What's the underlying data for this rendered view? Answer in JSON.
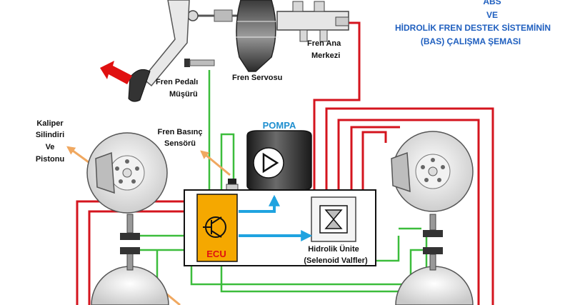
{
  "title": {
    "line1": "ABS",
    "line2": "VE",
    "line3": "HİDROLİK FREN DESTEK SİSTEMİNİN",
    "line4": "(BAS) ÇALIŞMA ŞEMASI"
  },
  "labels": {
    "fren_ana_merkezi_1": "Fren Ana",
    "fren_ana_merkezi_2": "Merkezi",
    "fren_servosu": "Fren Servosu",
    "fren_pedali_1": "Fren Pedalı",
    "fren_pedali_2": "Müşürü",
    "kaliper_1": "Kaliper",
    "kaliper_2": "Silindiri",
    "kaliper_3": "Ve",
    "kaliper_4": "Pistonu",
    "basinc_1": "Fren Basınç",
    "basinc_2": "Sensörü",
    "pompa": "POMPA",
    "ecu": "ECU",
    "hidrolik_1": "Hidrolik Ünite",
    "hidrolik_2": "(Selenoid Valfler)"
  },
  "colors": {
    "title": "#1f5fbf",
    "pompa": "#1f8fcf",
    "hydraulic_line": "#d4141e",
    "signal_line": "#3cbd3c",
    "flow_arrow": "#1fa3e0",
    "ecu_box": "#f5a800",
    "ecu_text": "#e01010",
    "pointer_arrow": "#f0a860",
    "pedal_arrow": "#e01010"
  },
  "icons": {
    "pump": "play-triangle-icon",
    "valve": "hourglass-icon",
    "ecu": "transistor-icon"
  }
}
